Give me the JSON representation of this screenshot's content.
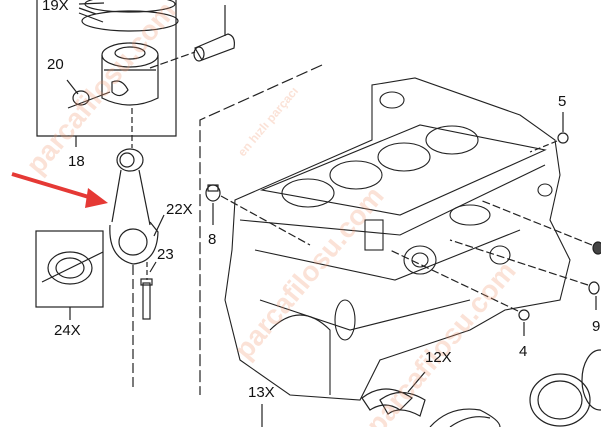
{
  "labels": {
    "l19x": "19X",
    "l20": "20",
    "l18": "18",
    "l22x": "22X",
    "l23": "23",
    "l24x": "24X",
    "l5": "5",
    "l8": "8",
    "l4": "4",
    "l9": "9",
    "l12x": "12X",
    "l13x": "13X"
  },
  "watermark": {
    "site": "parcafilosu.com",
    "tagline": "en hızlı parçacı"
  },
  "colors": {
    "arrow": "#e53935",
    "line": "#222222"
  }
}
